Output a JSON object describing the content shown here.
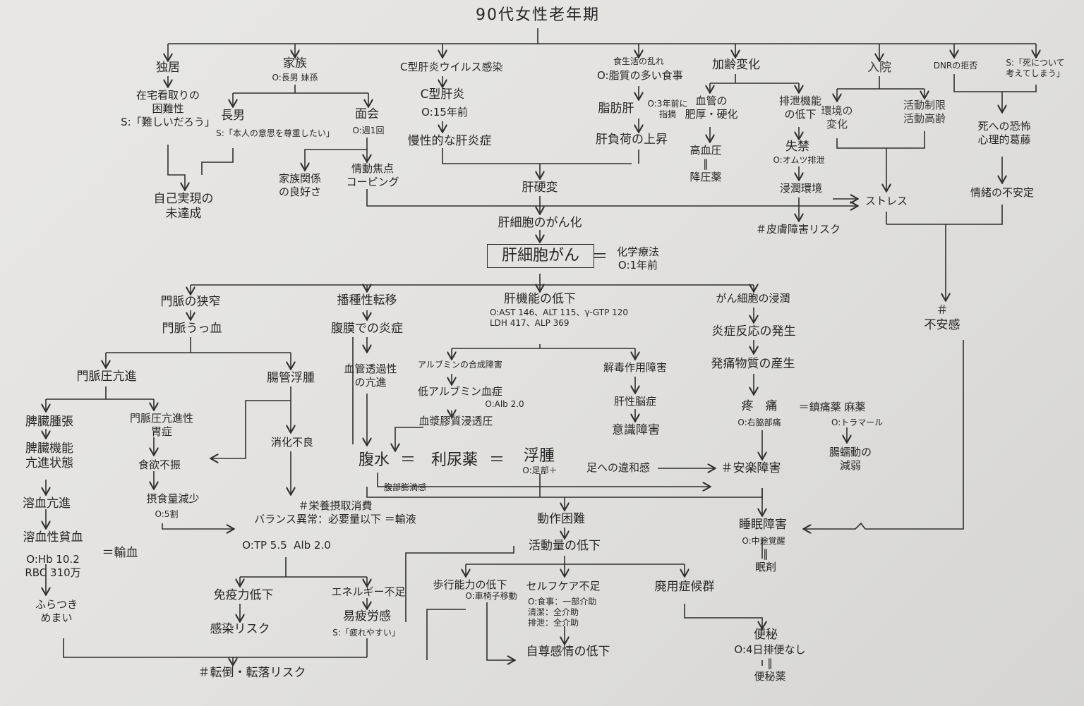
{
  "title": "90代女性老年期",
  "nodes": {
    "dokkyo": "独居",
    "zaitaku": "在宅看取りの\n困難性\nS:「難しいだろう」",
    "kazoku": "家族",
    "kazoku_o": "O:長男 妹孫",
    "chonan": "長男",
    "chonan_s": "S:「本人の意思を尊重したい」",
    "menkai": "面会",
    "menkai_o": "O:週1回",
    "jiko": "自己実現の\n未達成",
    "kazokukankei": "家族関係\nの良好さ",
    "jodo": "情動焦点\nコーピング",
    "c_kanen_kansen": "C型肝炎ウイルス感染",
    "c_kanen": "C型肝炎",
    "c_kanen_o": "O:15年前",
    "mansei": "慢性的な肝炎症",
    "shoku": "食生活の乱れ",
    "shibo_o": "O:脂質の多い食事",
    "shibokan": "脂肪肝",
    "shibokan_o": "O:3年前に\n指摘",
    "kanfuka": "肝負荷の上昇",
    "karei": "加齢変化",
    "kekkan": "血管の\n肥厚・硬化",
    "haisetsu": "排泄機能\nの低下",
    "koketsuatsu": "高血圧\n‖\n降圧薬",
    "shikkin": "失禁",
    "shikkin_o": "O:オムツ排泄",
    "shinjun": "浸潤環境",
    "hifu": "＃皮膚障害リスク",
    "nyuin": "入院",
    "kankyo": "環境の\n変化",
    "katsudo_seigen": "活動制限\n活動高齢",
    "dnr": "DNRの拒否",
    "dnr_s": "S:「死について\n考えてしまう」",
    "shi": "死への恐怖\n心理的葛藤",
    "jocho": "情緒の不安定",
    "kankohen": "肝硬変",
    "stress": "ストレス",
    "gankaka": "肝細胞のがん化",
    "kansaibo_gan": "肝細胞がん",
    "eq1": "＝",
    "kagaku": "化学療法\nO:1年前",
    "fuan": "＃\n不安感",
    "monmyaku_kyosaku": "門脈の狭窄",
    "monmyaku_uketsu": "門脈うっ血",
    "hashu": "播種性転移",
    "fukumaku": "腹膜での炎症",
    "kankino": "肝機能の低下",
    "kankino_o": "O:AST 146、ALT 115、γ-GTP 120\nLDH 417、ALP 369",
    "gansaibo_shinjun": "がん細胞の浸潤",
    "monmyakuatsu": "門脈圧亢進",
    "chokan_fushu": "腸管浮腫",
    "kekkan_tsuka": "血管透過性\nの亢進",
    "albumin_gosei": "アルブミンの合成障害",
    "tei_albumin": "低アルブミン血症",
    "tei_albumin_o": "O:Alb 2.0",
    "kesho": "血漿膠質浸透圧",
    "gedoku": "解毒作用障害",
    "enshou_hassei": "炎症反応の発生",
    "hatsutsu": "発痛物質の産生",
    "hizo_shucho": "脾臓腫張",
    "hizo_kino": "脾臓機能\n亢進状態",
    "monmyaku_isen": "門脈圧亢進性\n胃症",
    "shoka_fuan": "消化不良",
    "kanseinosho": "肝性脳症",
    "ishiki": "意識障害",
    "totsu": "疼　痛",
    "totsu_o": "O:右脇部痛",
    "eq_chintsu": "＝鎮痛薬 麻薬",
    "chintsu_o": "O:トラマール",
    "yoketsu_koshin": "溶血亢進",
    "shokuyoku": "食欲不振",
    "fukusui": "腹水",
    "eq2": "＝",
    "rinyo": "利尿薬",
    "eq3": "＝",
    "fushu": "浮腫",
    "fushu_o": "O:足部＋",
    "ashi_iwakan": "足への違和感",
    "anraku": "＃安楽障害",
    "chozendo": "腸蠕動の\n減弱",
    "fukubu_bomanho": "腹部膨満感",
    "yoketsusei_hinketsu": "溶血性貧血",
    "hinketsu_o": "O:Hb 10.2\nRBC 310万",
    "yuketsu": "＝輸血",
    "sesshuryo": "摂食量減少",
    "sesshuryo_o": "O:5割",
    "eiyo": "＃栄養摂取消費\nバランス異常：必要量以下 ＝輸液",
    "eiyo_o": "O:TP 5.5  Alb 2.0",
    "dosa_konnan": "動作困難",
    "suimin": "睡眠障害",
    "suimin_o": "O:中途覚醒",
    "suiminzai": "‖\n眠剤",
    "katsudoryo": "活動量の低下",
    "fura": "ふらつき\nめまい",
    "meneki": "免疫力低下",
    "enerugi": "エネルギー不足",
    "hoko": "歩行能力の低下",
    "hoko_o": "O:車椅子移動",
    "selfcare": "セルフケア不足",
    "selfcare_o": "O:食事：一部介助\n清潔：全介助\n排泄：全介助",
    "haiyo": "廃用症候群",
    "kansen_risk": "感染リスク",
    "ihiro": "易疲労感",
    "ihiro_s": "S:「疲れやすい」",
    "benpi": "便秘",
    "benpi_o": "O:4日排便なし\n‖\n便秘薬",
    "jison": "自尊感情の低下",
    "tento": "＃転倒・転落リスク"
  }
}
